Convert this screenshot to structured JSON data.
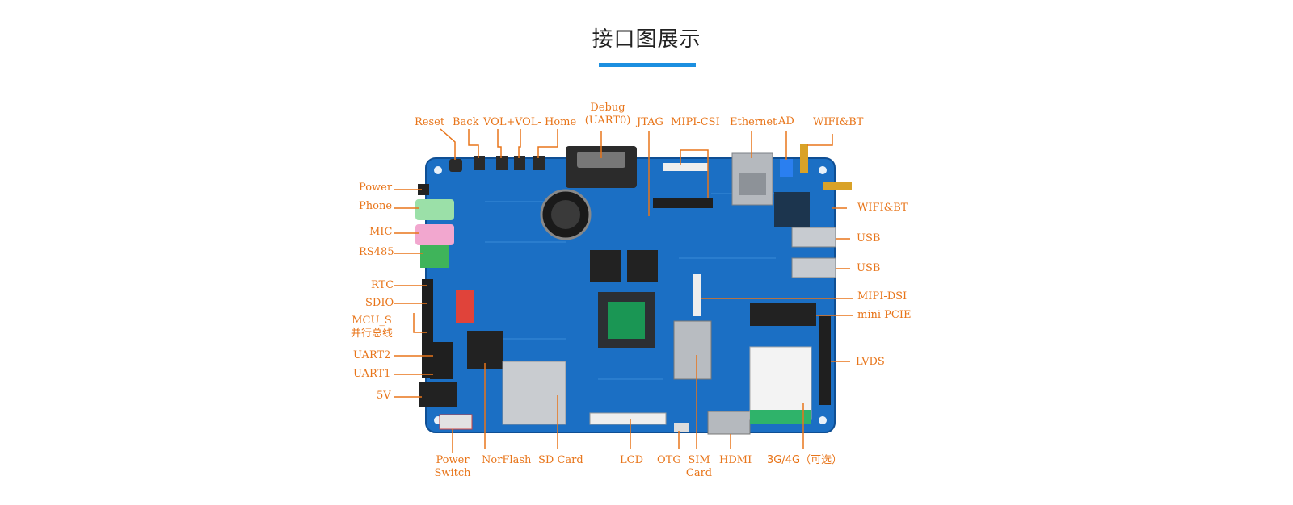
{
  "page": {
    "title": "接口图展示",
    "accent_color": "#1c8fe0",
    "label_color": "#e8751a",
    "board_color": "#1b6fc4"
  },
  "labels": {
    "reset": "Reset",
    "back": "Back",
    "vol_plus": "VOL+",
    "vol_minus": "VOL-",
    "home": "Home",
    "debug_l1": "Debug",
    "debug_l2": "(UART0)",
    "jtag": "JTAG",
    "mipi_csi": "MIPI-CSI",
    "ethernet": "Ethernet",
    "ad": "AD",
    "wifi_bt_top": "WIFI&BT",
    "power": "Power",
    "phone": "Phone",
    "mic": "MIC",
    "rs485": "RS485",
    "rtc": "RTC",
    "sdio": "SDIO",
    "mcu_s_l1": "MCU_S",
    "mcu_s_l2": "并行总线",
    "uart2": "UART2",
    "uart1": "UART1",
    "v5": "5V",
    "wifi_bt_right": "WIFI&BT",
    "usb1": "USB",
    "usb2": "USB",
    "mipi_dsi": "MIPI-DSI",
    "mini_pcie": "mini PCIE",
    "lvds": "LVDS",
    "power_switch_l1": "Power",
    "power_switch_l2": "Switch",
    "norflash": "NorFlash",
    "sd_card": "SD Card",
    "lcd": "LCD",
    "otg": "OTG",
    "sim_card_l1": "SIM",
    "sim_card_l2": "Card",
    "hdmi": "HDMI",
    "module_3g4g": "3G/4G（可选）"
  }
}
